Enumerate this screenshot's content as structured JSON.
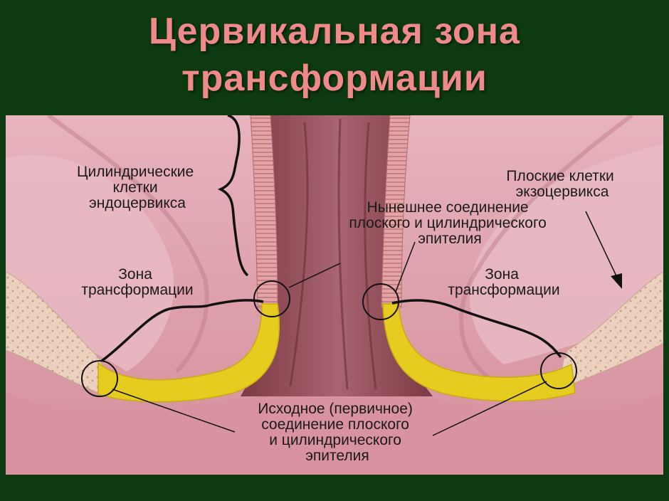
{
  "title": {
    "line1": "Цервикальная зона",
    "line2": "трансформации"
  },
  "labels": {
    "endocervix": [
      "Цилиндрические",
      "клетки",
      "эндоцервикса"
    ],
    "exocervix": [
      "Плоские клетки",
      "экзоцервикса"
    ],
    "current_junction": [
      "Нынешнее соединение",
      "плоского и цилиндрического",
      "эпителия"
    ],
    "zone_left": [
      "Зона",
      "трансформации"
    ],
    "zone_right": [
      "Зона",
      "трансформации"
    ],
    "original_junction": [
      "Исходное (первичное)",
      "соединение плоского",
      "и цилиндрического",
      "эпителия"
    ]
  },
  "colors": {
    "background": "#0d3a10",
    "title": "#f08a8a",
    "tissue": "#dba0ab",
    "canal": "#9a5058",
    "transformation_zone": "#e6cc1e",
    "squamous_epithelium": "#ecd0bd"
  }
}
